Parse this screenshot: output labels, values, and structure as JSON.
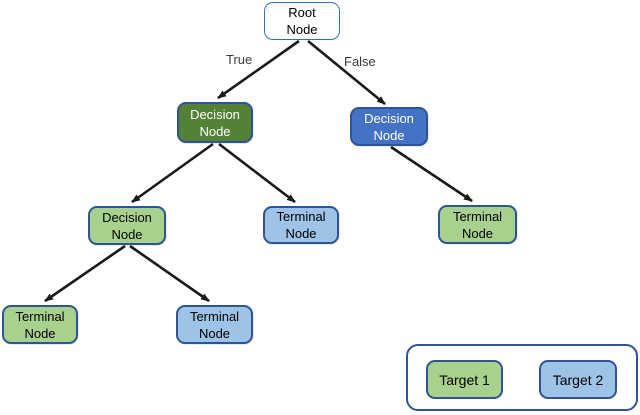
{
  "diagram": {
    "title": "decision-tree",
    "nodes": [
      {
        "id": "root",
        "line1": "Root",
        "line2": "Node",
        "fill": "#ffffff",
        "border": "#2e74b5",
        "text_color": "#000000"
      },
      {
        "id": "decision-true",
        "line1": "Decision",
        "line2": "Node",
        "fill": "#538135",
        "border": "#2f5496",
        "text_color": "#ffffff"
      },
      {
        "id": "decision-false",
        "line1": "Decision",
        "line2": "Node",
        "fill": "#4472c4",
        "border": "#2f5496",
        "text_color": "#ffffff"
      },
      {
        "id": "decision-left",
        "line1": "Decision",
        "line2": "Node",
        "fill": "#a9d18e",
        "border": "#2f5496",
        "text_color": "#000000"
      },
      {
        "id": "terminal-mid",
        "line1": "Terminal",
        "line2": "Node",
        "fill": "#9dc3e6",
        "border": "#2f5496",
        "text_color": "#000000"
      },
      {
        "id": "terminal-right",
        "line1": "Terminal",
        "line2": "Node",
        "fill": "#a9d18e",
        "border": "#2f5496",
        "text_color": "#000000"
      },
      {
        "id": "terminal-bottom-left",
        "line1": "Terminal",
        "line2": "Node",
        "fill": "#a9d18e",
        "border": "#2f5496",
        "text_color": "#000000"
      },
      {
        "id": "terminal-bottom-mid",
        "line1": "Terminal",
        "line2": "Node",
        "fill": "#9dc3e6",
        "border": "#2f5496",
        "text_color": "#000000"
      }
    ],
    "edge_labels": {
      "true_branch": "True",
      "false_branch": "False"
    },
    "edges": [
      {
        "from": "root",
        "to": "decision-true",
        "label": "True"
      },
      {
        "from": "root",
        "to": "decision-false",
        "label": "False"
      },
      {
        "from": "decision-true",
        "to": "decision-left",
        "label": ""
      },
      {
        "from": "decision-true",
        "to": "terminal-mid",
        "label": ""
      },
      {
        "from": "decision-false",
        "to": "terminal-right",
        "label": ""
      },
      {
        "from": "decision-left",
        "to": "terminal-bottom-left",
        "label": ""
      },
      {
        "from": "decision-left",
        "to": "terminal-bottom-mid",
        "label": ""
      }
    ],
    "legend": {
      "items": [
        {
          "id": "target-1",
          "label": "Target 1",
          "fill": "#a9d18e"
        },
        {
          "id": "target-2",
          "label": "Target 2",
          "fill": "#9dc3e6"
        }
      ]
    },
    "colors": {
      "dark_green": "#538135",
      "light_green": "#a9d18e",
      "strong_blue": "#4472c4",
      "light_blue": "#9dc3e6",
      "node_border": "#2f5496",
      "root_border": "#2e74b5",
      "edge_stroke": "#1a1a1a",
      "edge_label_text": "#3a3a3a",
      "background": "#ffffff"
    }
  }
}
